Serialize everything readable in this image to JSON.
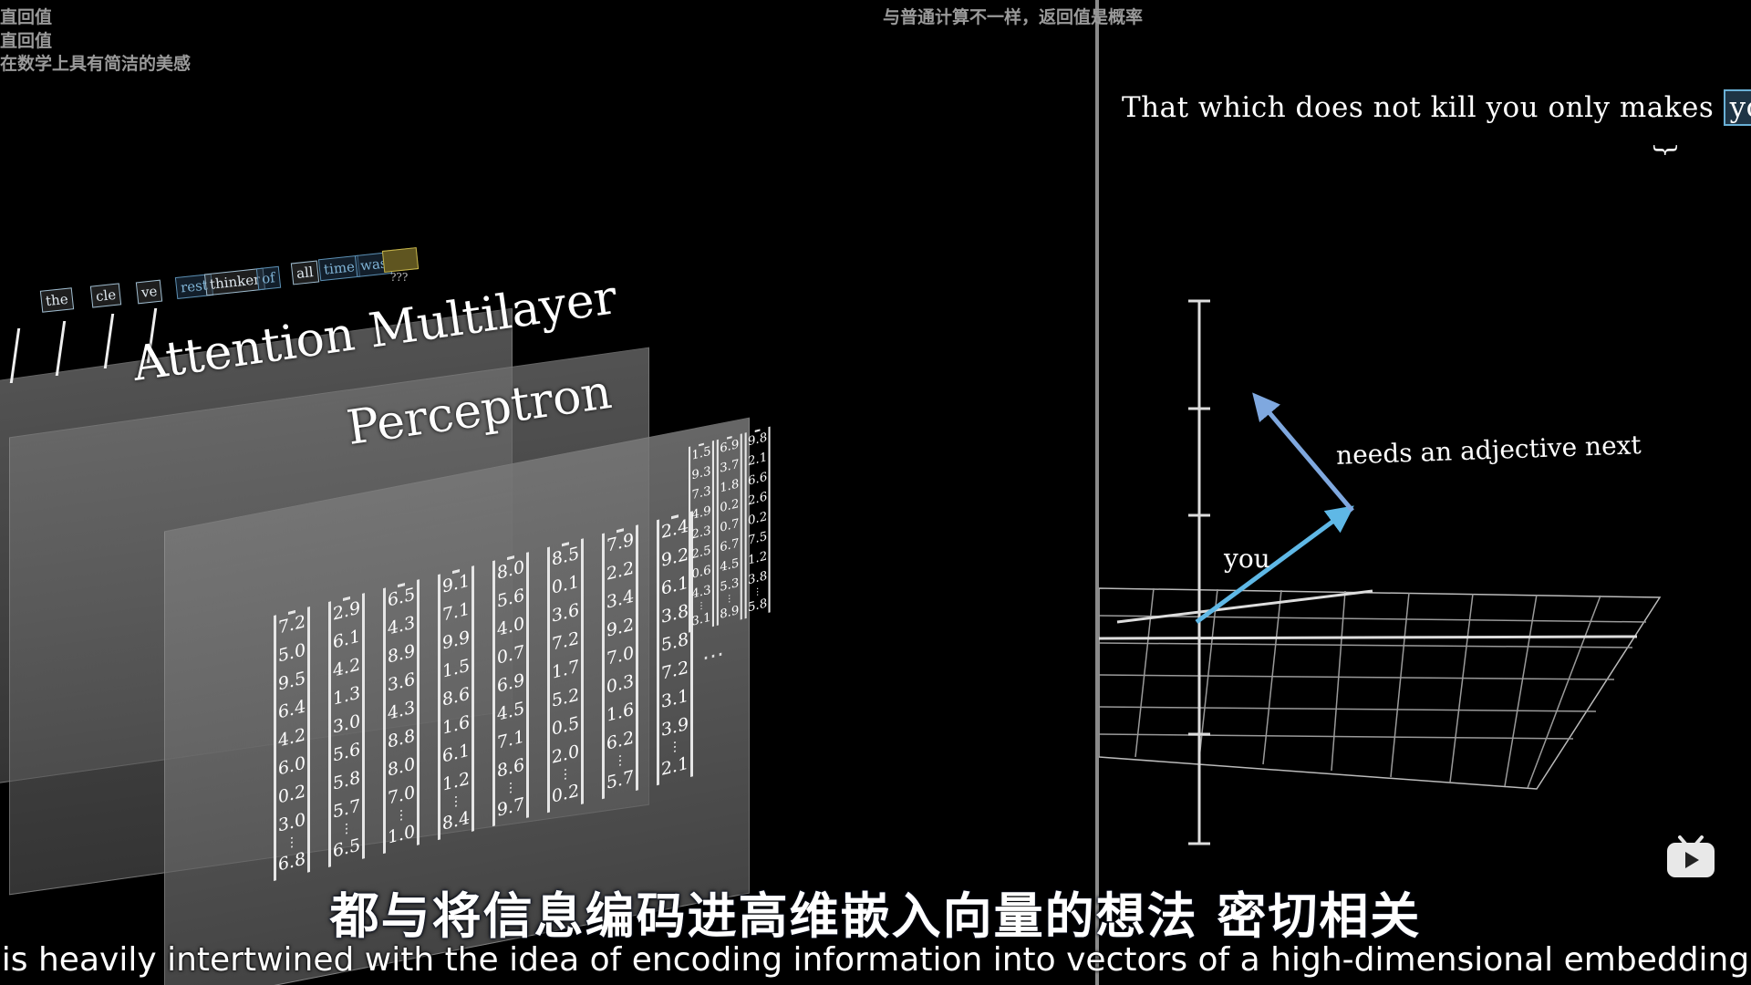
{
  "danmaku": [
    "直回值",
    "直回值",
    "在数学上具有简洁的美感",
    "与普通计算不一样，返回值是概率"
  ],
  "left_scene": {
    "tokens": [
      "the",
      "cle",
      "ve",
      "rest",
      "thinker",
      "of",
      "all",
      "time",
      "was"
    ],
    "unknown_token_label": "???",
    "block_title_line1": "Attention Multilayer",
    "block_title_line2": "Perceptron",
    "matrix_columns": [
      [
        "7.2",
        "5.0",
        "9.5",
        "6.4",
        "4.2",
        "6.0",
        "0.2",
        "3.0",
        "⋮",
        "6.8"
      ],
      [
        "2.9",
        "6.1",
        "4.2",
        "1.3",
        "3.0",
        "5.6",
        "5.8",
        "5.7",
        "⋮",
        "6.5"
      ],
      [
        "6.5",
        "4.3",
        "8.9",
        "3.6",
        "4.3",
        "8.8",
        "8.0",
        "7.0",
        "⋮",
        "1.0"
      ],
      [
        "9.1",
        "7.1",
        "9.9",
        "1.5",
        "8.6",
        "1.6",
        "6.1",
        "1.2",
        "⋮",
        "8.4"
      ],
      [
        "8.0",
        "5.6",
        "4.0",
        "0.7",
        "6.9",
        "4.5",
        "7.1",
        "8.6",
        "⋮",
        "9.7"
      ],
      [
        "8.5",
        "0.1",
        "3.6",
        "7.2",
        "1.7",
        "5.2",
        "0.5",
        "2.0",
        "⋮",
        "0.2"
      ],
      [
        "7.9",
        "2.2",
        "3.4",
        "9.2",
        "7.0",
        "0.3",
        "1.6",
        "6.2",
        "⋮",
        "5.7"
      ],
      [
        "2.4",
        "9.2",
        "6.1",
        "3.8",
        "5.8",
        "7.2",
        "3.1",
        "3.9",
        "⋮",
        "2.1"
      ]
    ],
    "matrix_columns_far": [
      [
        "1.5",
        "9.3",
        "7.3",
        "4.9",
        "2.3",
        "2.5",
        "0.6",
        "4.3",
        "⋮",
        "3.1"
      ],
      [
        "6.9",
        "3.7",
        "1.8",
        "0.2",
        "0.7",
        "6.7",
        "4.5",
        "5.3",
        "⋮",
        "8.9"
      ],
      [
        "9.8",
        "2.1",
        "6.6",
        "2.6",
        "0.2",
        "7.5",
        "1.2",
        "3.8",
        "⋮",
        "5.8"
      ]
    ],
    "ellipsis": "⋯"
  },
  "right_scene": {
    "sentence_prefix": "That which does not kill you only makes",
    "sentence_highlight": "you",
    "brace": "}",
    "vector_label_you": "you",
    "vector_label_next": "needs an adjective next",
    "colors": {
      "vector_you": "#5fb8e6",
      "vector_next": "#7fa8df",
      "highlight_border": "#6ab0d6"
    }
  },
  "subtitles": {
    "chinese": "都与将信息编码进高维嵌入向量的想法  密切相关",
    "english": "is heavily intertwined with the idea of encoding information into vectors of a high-dimensional embedding space."
  },
  "icons": {
    "watermark": "bilibili-tv-icon"
  }
}
